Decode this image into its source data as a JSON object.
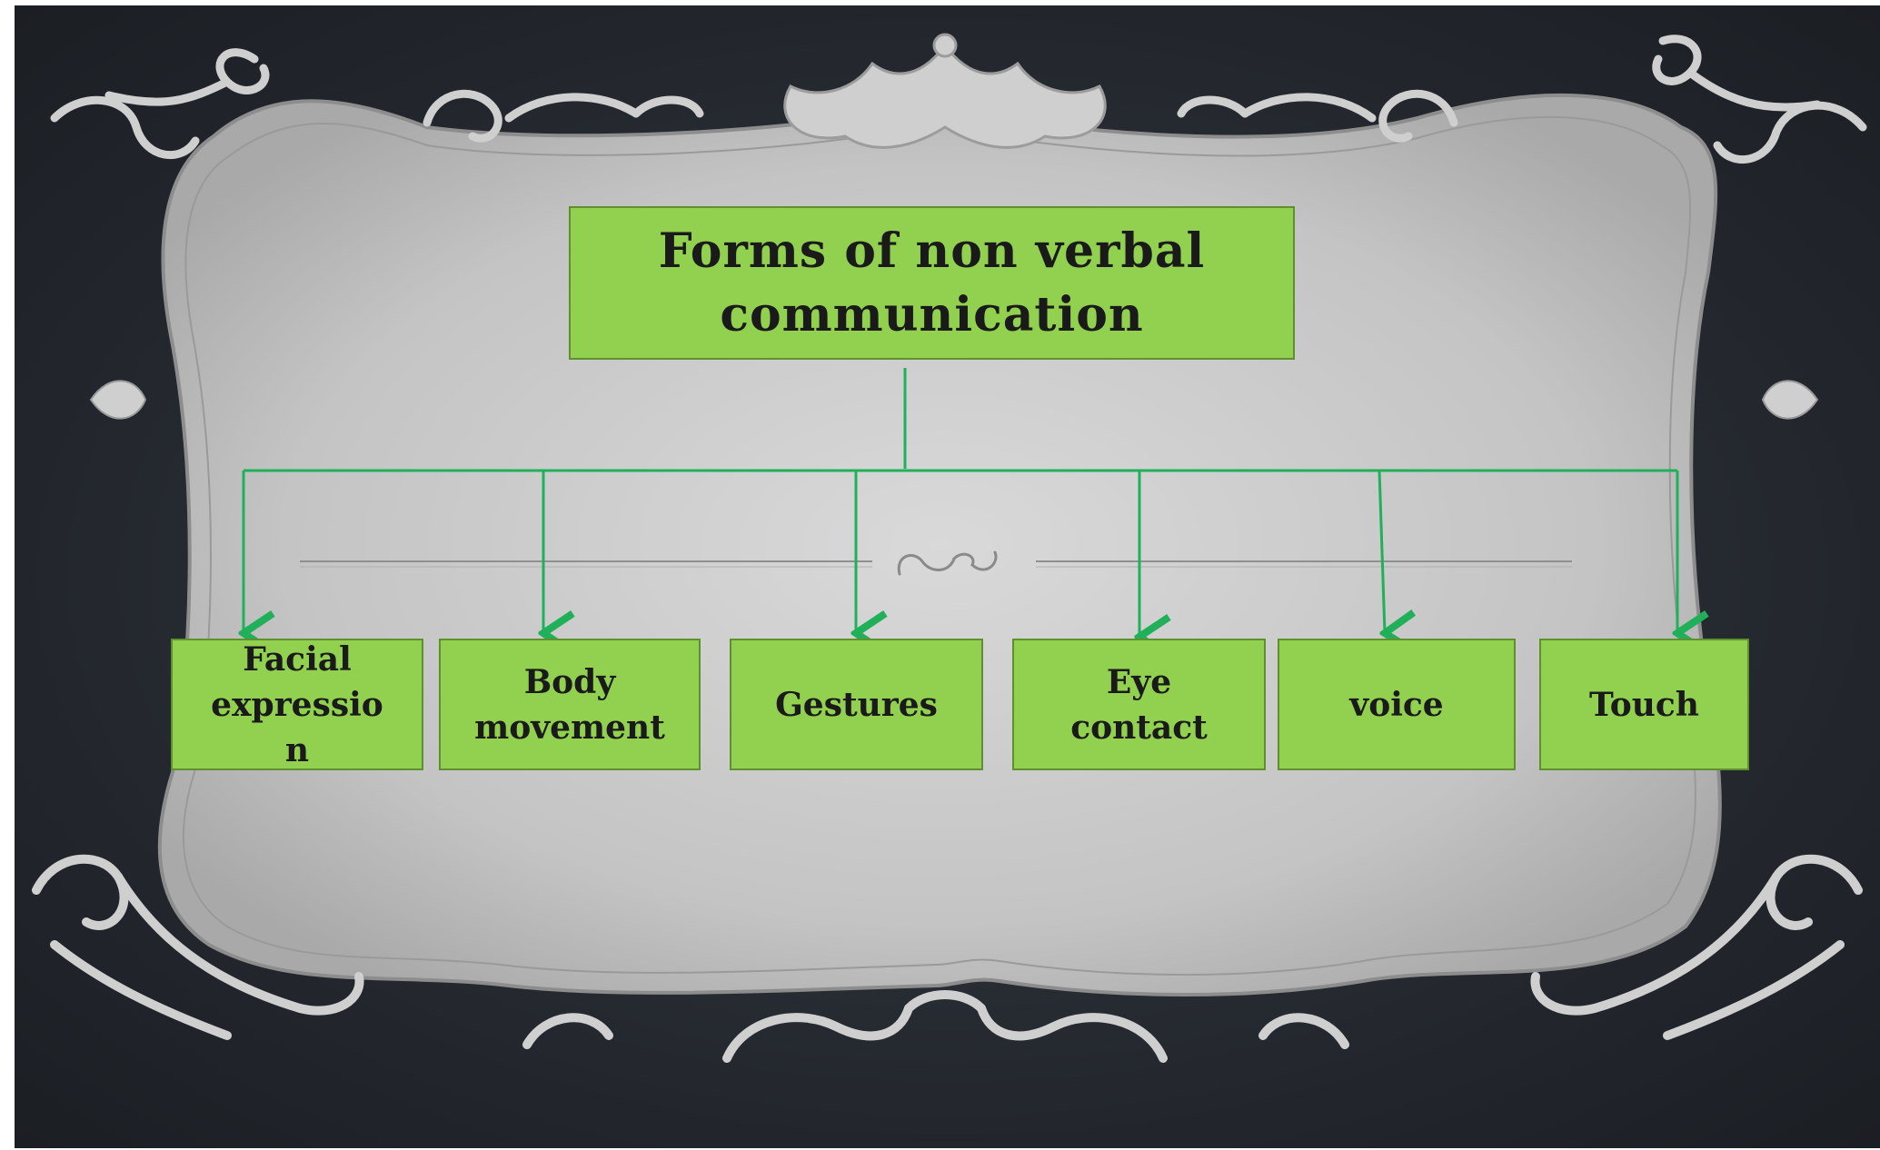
{
  "diagram": {
    "root": "Forms of non verbal\ncommunication",
    "children": [
      "Facial\nexpressio\nn",
      "Body\nmovement",
      "Gestures",
      "Eye\ncontact",
      "voice",
      "Touch"
    ]
  },
  "colors": {
    "box_fill": "#92d050",
    "connector": "#21b05a",
    "frame": "#c2c2c2",
    "background": "#262a31"
  },
  "decoration": {
    "ornaments": "silver-scroll-flourish",
    "divider_icon": "flourish-icon"
  }
}
